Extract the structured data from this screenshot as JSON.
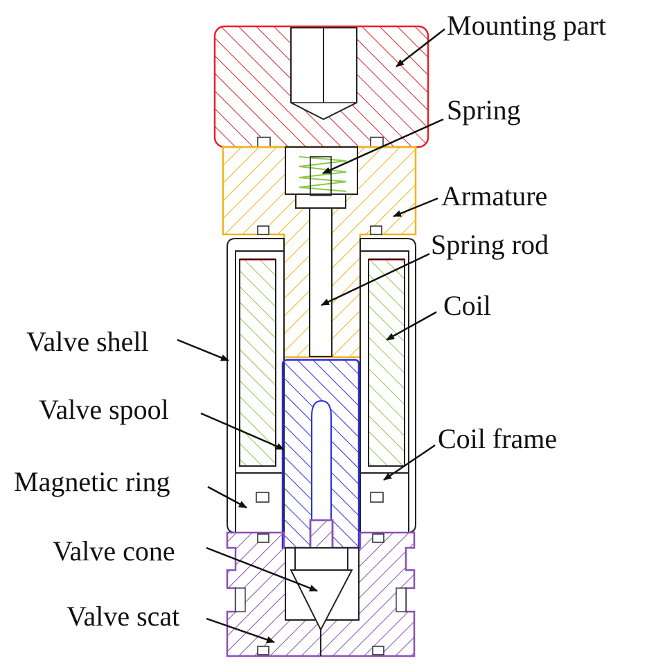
{
  "figure": {
    "labels": {
      "mounting_part": "Mounting part",
      "spring": "Spring",
      "armature": "Armature",
      "spring_rod": "Spring rod",
      "coil": "Coil",
      "valve_shell": "Valve shell",
      "valve_spool": "Valve spool",
      "coil_frame": "Coil frame",
      "magnetic_ring": "Magnetic ring",
      "valve_cone": "Valve cone",
      "valve_seat": "Valve scat"
    },
    "colors": {
      "mounting_part": "#e8202a",
      "armature": "#f2b31c",
      "coil": "#8cc84b",
      "valve_spool": "#2b2fe0",
      "valve_seat": "#8a4fb8",
      "outline": "#222222",
      "text": "#111111"
    }
  }
}
